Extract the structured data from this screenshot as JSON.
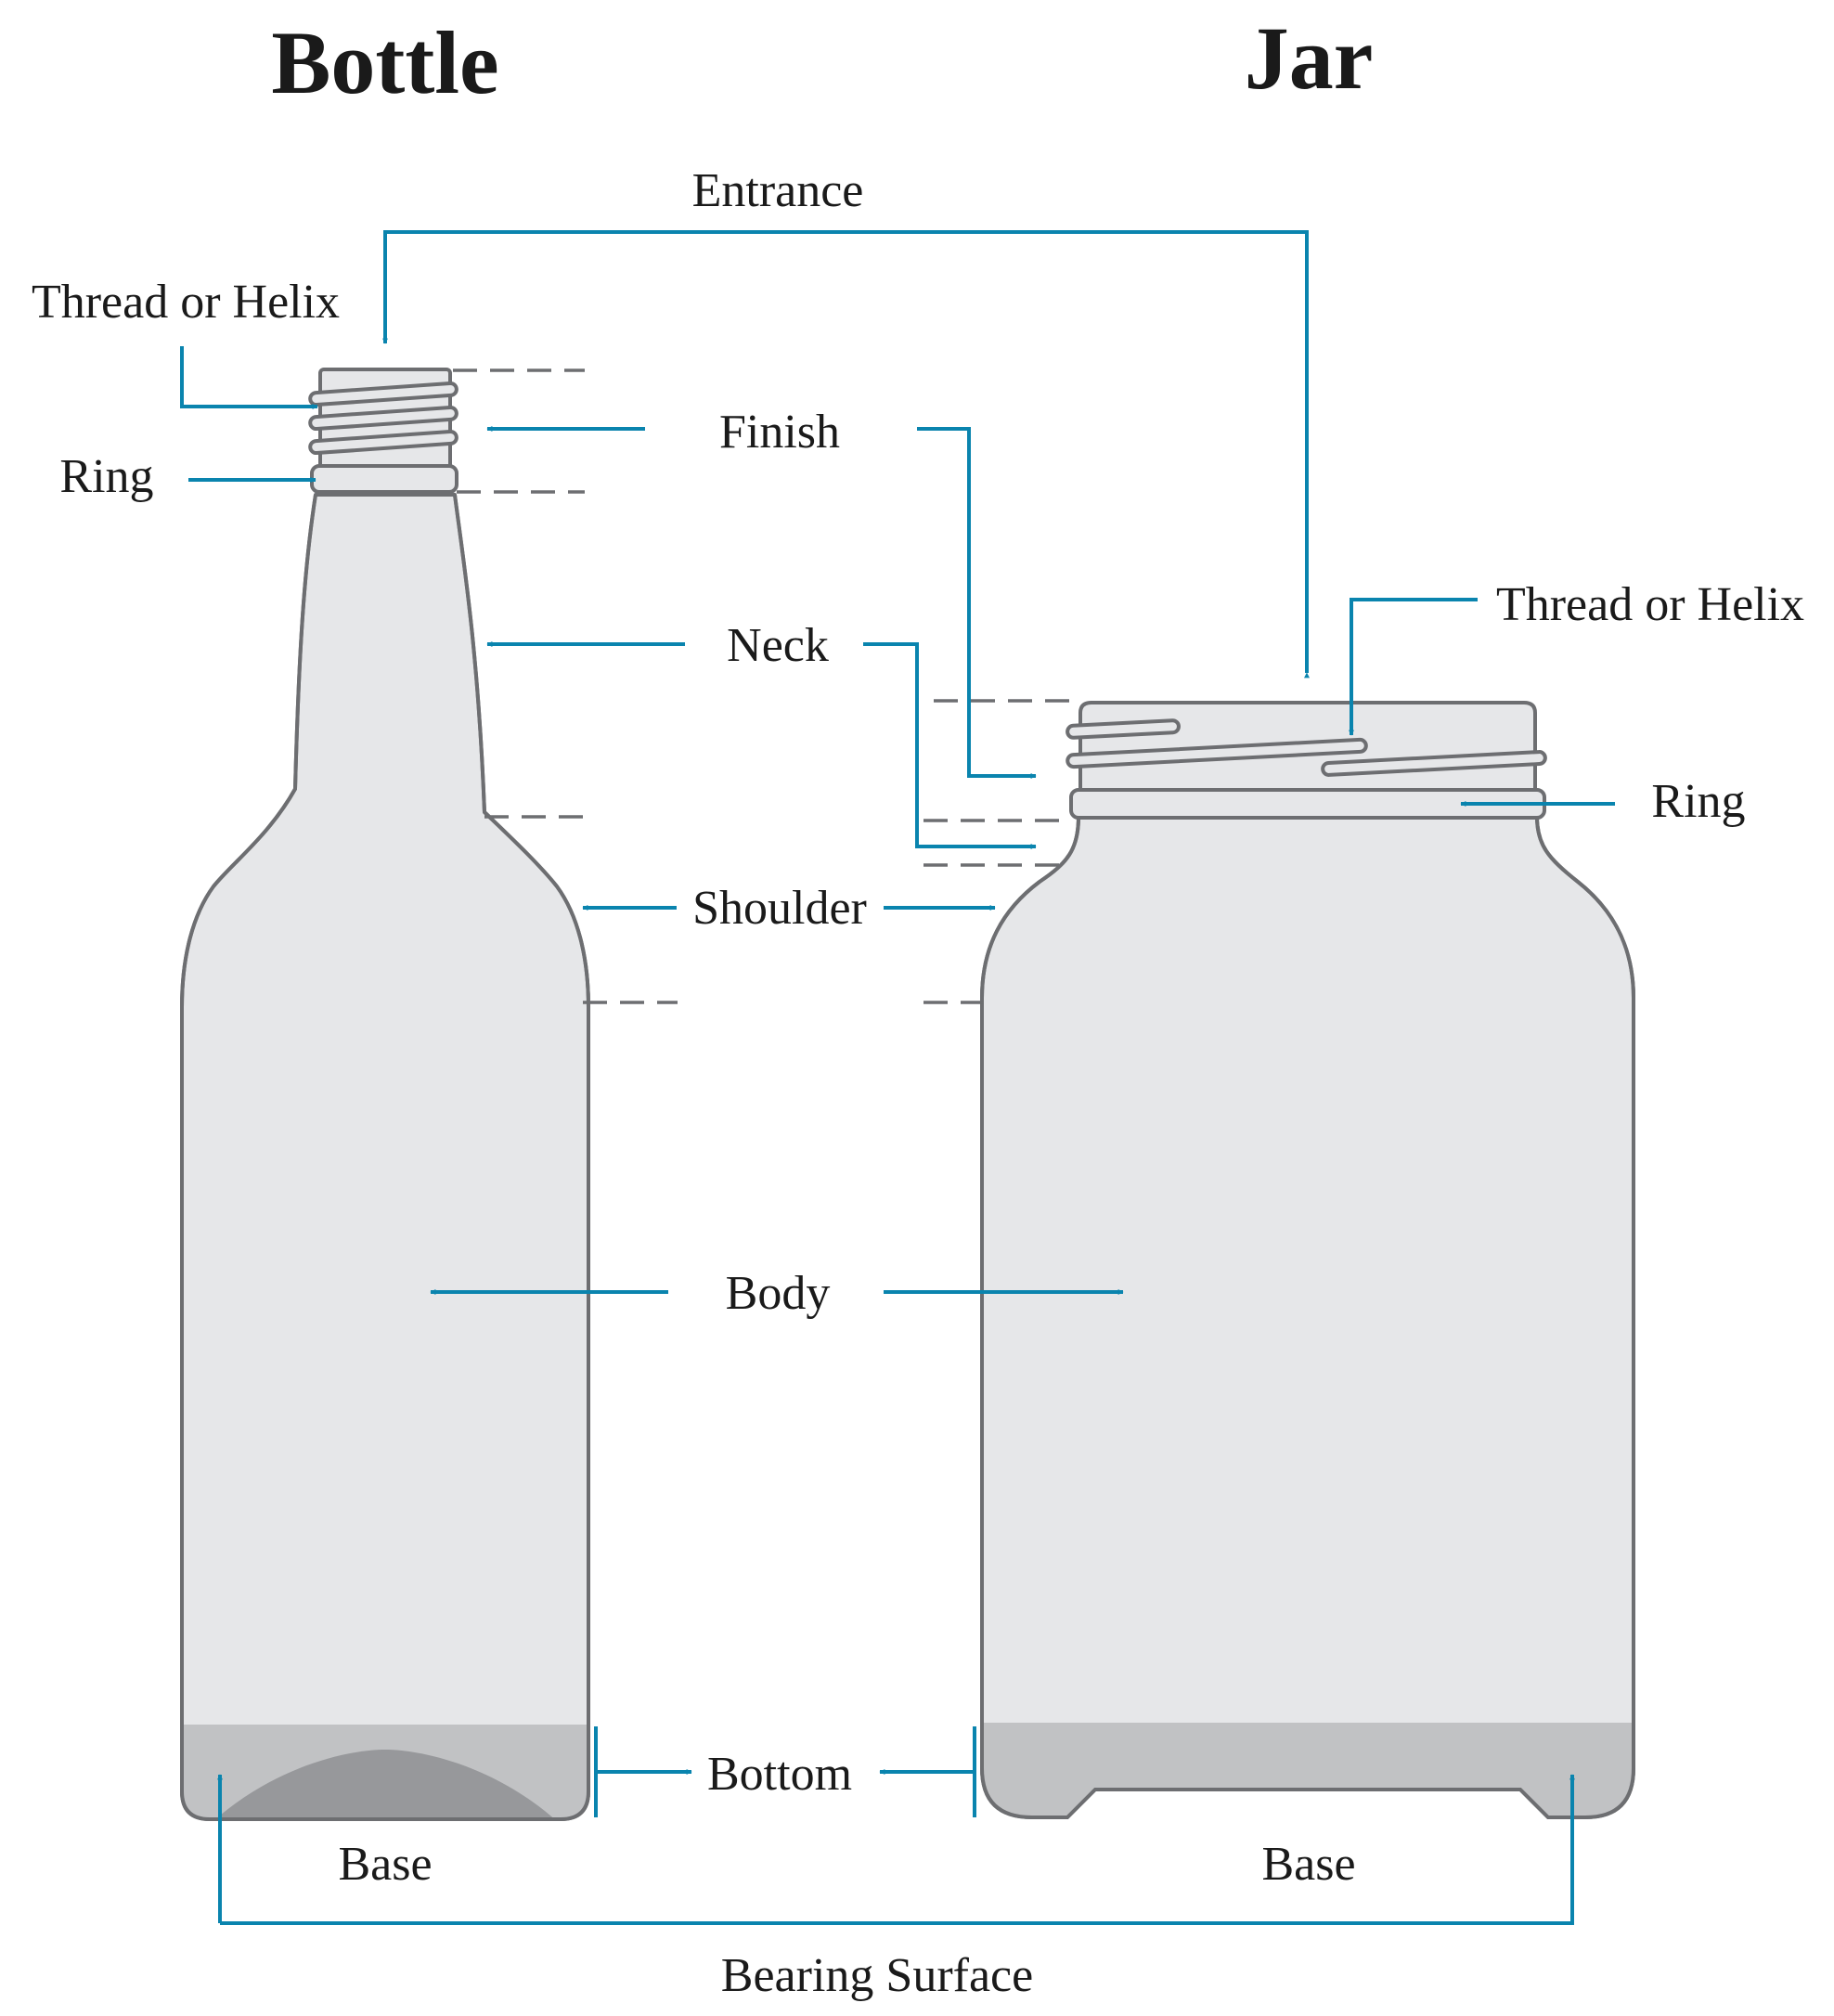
{
  "titles": {
    "bottle": "Bottle",
    "jar": "Jar"
  },
  "labels": {
    "entrance": "Entrance",
    "thread_bottle": "Thread or Helix",
    "ring_bottle": "Ring",
    "finish": "Finish",
    "neck": "Neck",
    "thread_jar": "Thread or Helix",
    "ring_jar": "Ring",
    "shoulder": "Shoulder",
    "body": "Body",
    "bottom": "Bottom",
    "base_bottle": "Base",
    "base_jar": "Base",
    "bearing_surface": "Bearing Surface"
  },
  "colors": {
    "arrow": "#0a84ae",
    "outline": "#6d6e71",
    "glass_fill": "#e6e7e9",
    "bottom_fill": "#c1c2c4",
    "dome_fill": "#97989b"
  }
}
